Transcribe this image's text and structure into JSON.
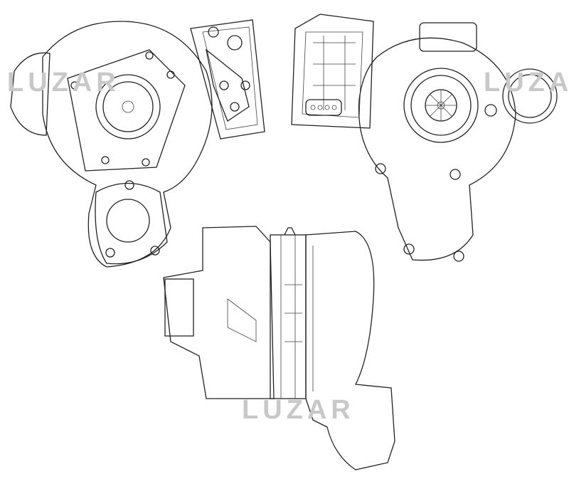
{
  "watermark": {
    "brand": "LUZAR"
  },
  "figure": {
    "subject": "turbocharger-technical-drawing",
    "views": [
      "turbine-side",
      "actuator-front",
      "actuator-back",
      "compressor-side",
      "side-section"
    ]
  }
}
